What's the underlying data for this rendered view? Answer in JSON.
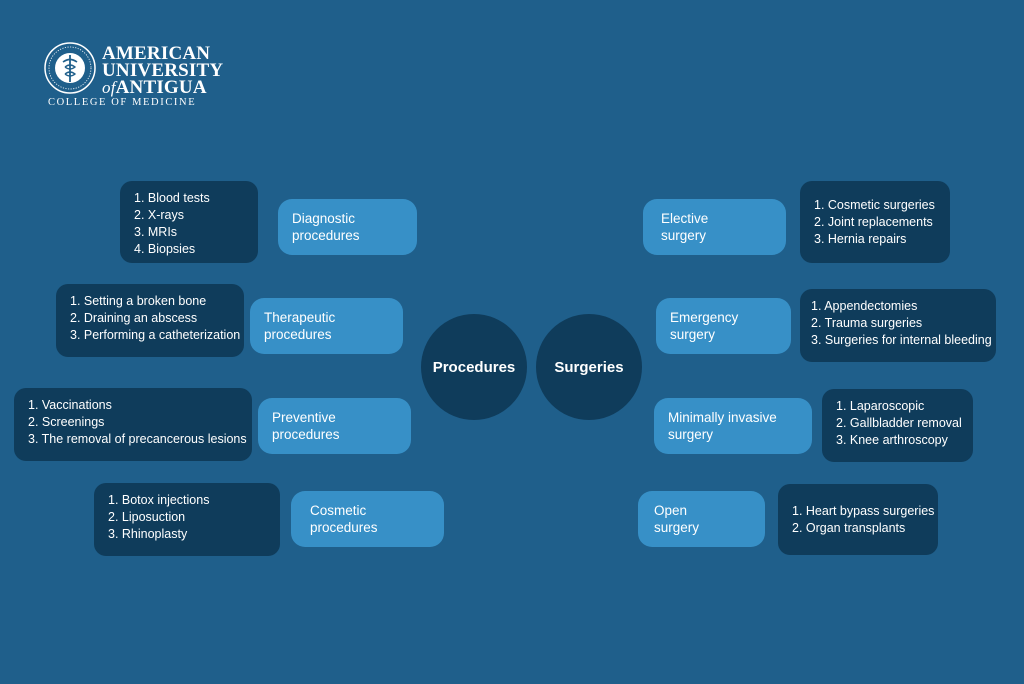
{
  "logo": {
    "line1": "AMERICAN",
    "line2": "UNIVERSITY",
    "of": "of",
    "line3": "ANTIGUA",
    "sub": "COLLEGE OF MEDICINE"
  },
  "hubs": {
    "procedures": "Procedures",
    "surgeries": "Surgeries"
  },
  "procedures": [
    {
      "label1": "Diagnostic",
      "label2": "procedures",
      "items": [
        "1. Blood tests",
        "2. X-rays",
        "3. MRIs",
        "4. Biopsies"
      ]
    },
    {
      "label1": "Therapeutic",
      "label2": "procedures",
      "items": [
        "1. Setting a broken bone",
        "2. Draining an abscess",
        "3. Performing a catheterization"
      ]
    },
    {
      "label1": "Preventive",
      "label2": "procedures",
      "items": [
        "1. Vaccinations",
        "2. Screenings",
        "3. The removal of precancerous lesions"
      ]
    },
    {
      "label1": "Cosmetic",
      "label2": "procedures",
      "items": [
        "1. Botox injections",
        "2. Liposuction",
        "3. Rhinoplasty"
      ]
    }
  ],
  "surgeries": [
    {
      "label1": "Elective",
      "label2": "surgery",
      "items": [
        "1. Cosmetic surgeries",
        "2. Joint replacements",
        "3. Hernia repairs"
      ]
    },
    {
      "label1": "Emergency",
      "label2": "surgery",
      "items": [
        "1. Appendectomies",
        "2. Trauma surgeries",
        "3. Surgeries for internal bleeding"
      ]
    },
    {
      "label1": "Minimally invasive",
      "label2": "surgery",
      "items": [
        "1. Laparoscopic",
        "2. Gallbladder removal",
        "3. Knee arthroscopy"
      ]
    },
    {
      "label1": "Open",
      "label2": "surgery",
      "items": [
        "1. Heart bypass surgeries",
        "2. Organ transplants"
      ]
    }
  ],
  "colors": {
    "background": "#1f5f8b",
    "dark_box": "#0f3c5b",
    "pill": "#3790c7",
    "text": "#ffffff"
  }
}
